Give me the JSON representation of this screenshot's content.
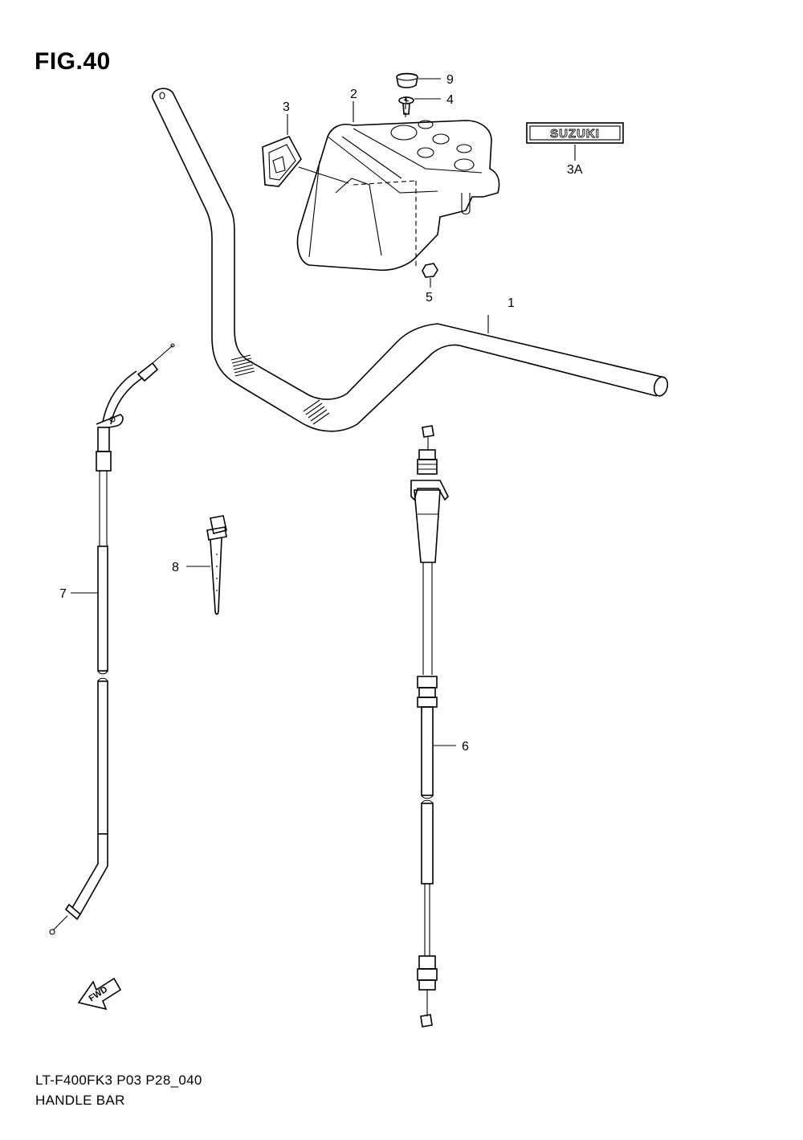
{
  "figure": {
    "title": "FIG.40"
  },
  "footer": {
    "model_code": "LT-F400FK3 P03 P28_040",
    "section_name": "HANDLE BAR"
  },
  "emblem": {
    "text": "SUZUKI"
  },
  "direction_marker": {
    "text": "FWD"
  },
  "callouts": {
    "handlebar": "1",
    "cover": "2",
    "emblem_badge": "3",
    "suzuki_emblem": "3A",
    "screw": "4",
    "nut": "5",
    "throttle_cable": "6",
    "brake_cable": "7",
    "clamp": "8",
    "cap": "9"
  }
}
